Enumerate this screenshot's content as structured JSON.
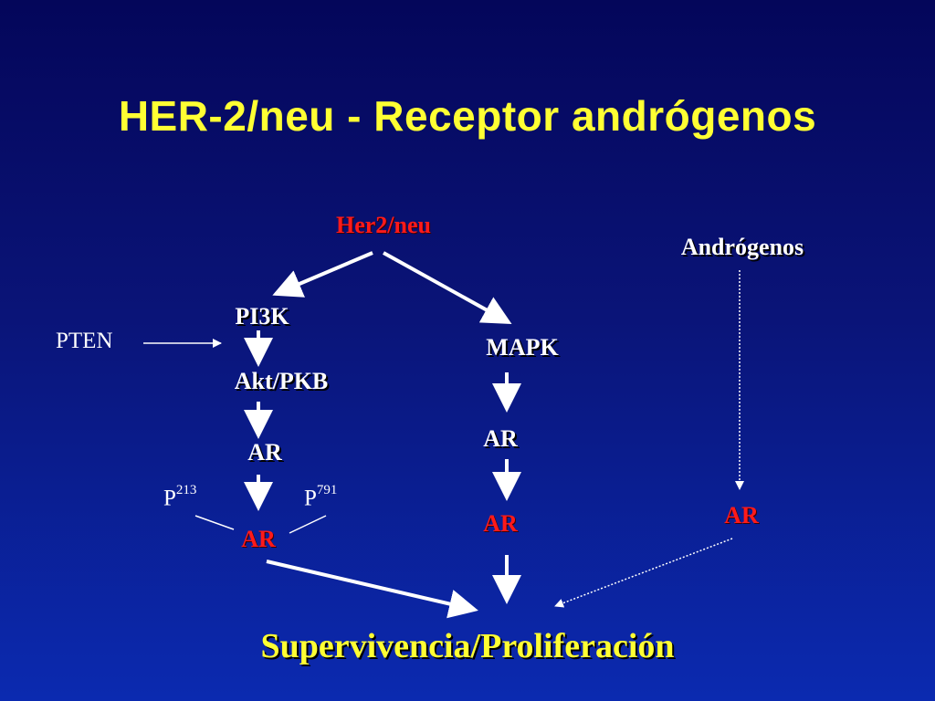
{
  "title": "HER-2/neu - Receptor andrógenos",
  "nodes": {
    "her2": "Her2/neu",
    "pi3k": "PI3K",
    "pten": "PTEN",
    "akt": "Akt/PKB",
    "ar_left": "AR",
    "p213_base": "P",
    "p213_sup": "213",
    "p791_base": "P",
    "p791_sup": "791",
    "ar_left_red": "AR",
    "mapk": "MAPK",
    "ar_mid": "AR",
    "ar_mid_red": "AR",
    "androgenos": "Andrógenos",
    "ar_right_red": "AR"
  },
  "outcome": "Supervivencia/Proliferación",
  "colors": {
    "title": "#ffff33",
    "node_text": "#ffffff",
    "active_node": "#ff1a1a",
    "outcome": "#ffff33",
    "arrow": "#ffffff",
    "background_top": "#04065a",
    "background_bottom": "#0b2ab0"
  }
}
